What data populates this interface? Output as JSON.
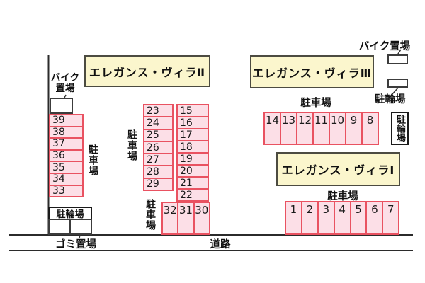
{
  "site": {
    "buildings": {
      "villa_2": "エレガンス・ヴィラⅡ",
      "villa_3": "エレガンス・ヴィラⅢ",
      "villa_1": "エレガンス・ヴィラⅠ"
    },
    "labels": {
      "parking": "駐車場",
      "bicycle": "駐輪場",
      "bike": "バイク置場",
      "bike_line1": "バイク",
      "bike_line2": "置場",
      "garbage": "ゴミ置場",
      "road": "道路"
    },
    "spaces": {
      "left_column": [
        "39",
        "38",
        "37",
        "36",
        "35",
        "34",
        "33"
      ],
      "middle_col_a": [
        "23",
        "24",
        "25",
        "26",
        "27",
        "28",
        "29"
      ],
      "middle_col_b": [
        "15",
        "16",
        "17",
        "18",
        "19",
        "20",
        "21",
        "22"
      ],
      "middle_bottom": [
        "32",
        "31",
        "30"
      ],
      "villa3_row": [
        "14",
        "13",
        "12",
        "11",
        "10",
        "9",
        "8"
      ],
      "villa1_row": [
        "1",
        "2",
        "3",
        "4",
        "5",
        "6",
        "7"
      ]
    },
    "colors": {
      "space_fill": "#fcdfe7",
      "space_border": "#e95261",
      "building_fill": "#fbf6cd",
      "building_border": "#4c4b41",
      "line": "#2b2b2b"
    }
  }
}
